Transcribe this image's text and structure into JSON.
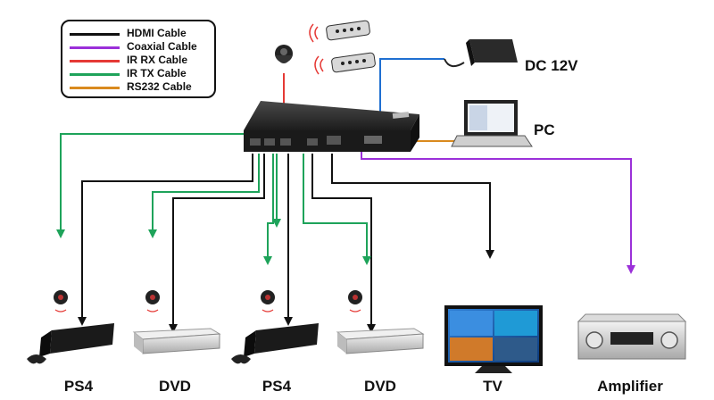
{
  "legend": {
    "items": [
      {
        "label": "HDMI Cable",
        "color": "#111111"
      },
      {
        "label": "Coaxial Cable",
        "color": "#9b30d9"
      },
      {
        "label": "IR RX Cable",
        "color": "#e53935"
      },
      {
        "label": "IR TX Cable",
        "color": "#1ea35a"
      },
      {
        "label": "RS232 Cable",
        "color": "#d98a1e"
      }
    ]
  },
  "labels": {
    "power": "DC 12V",
    "pc": "PC"
  },
  "devices": [
    {
      "label": "PS4"
    },
    {
      "label": "DVD"
    },
    {
      "label": "PS4"
    },
    {
      "label": "DVD"
    },
    {
      "label": "TV"
    },
    {
      "label": "Amplifier"
    }
  ],
  "colors": {
    "hdmi": "#111111",
    "coax": "#9b30d9",
    "irrx": "#e53935",
    "irtx": "#1ea35a",
    "rs232": "#d98a1e",
    "dc": "#1f6fd1"
  }
}
